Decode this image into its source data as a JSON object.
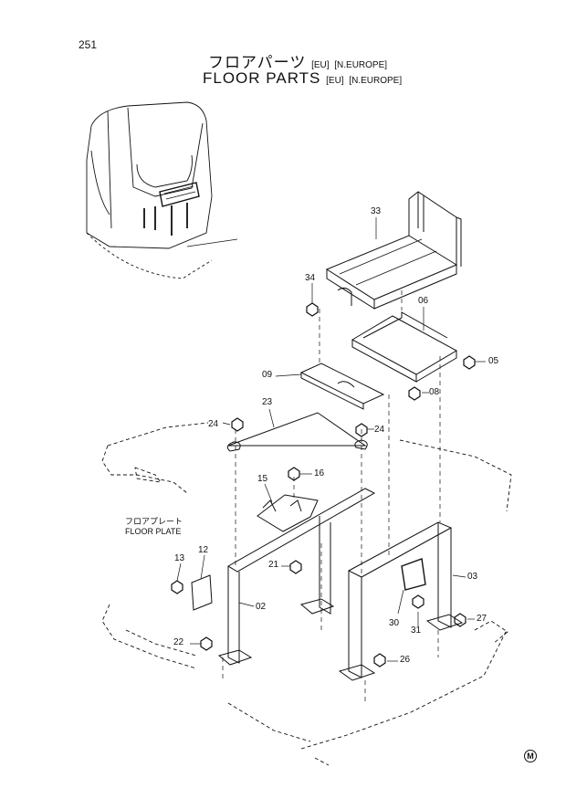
{
  "page_number": "251",
  "title": {
    "jp": "フロアパーツ",
    "en": "FLOOR PARTS",
    "tag_eu": "[EU]",
    "tag_region": "[N.EUROPE]"
  },
  "plate_label": {
    "jp": "フロアプレート",
    "en": "FLOOR PLATE"
  },
  "callouts": [
    "33",
    "34",
    "06",
    "05",
    "09",
    "08",
    "23",
    "24",
    "24",
    "15",
    "16",
    "12",
    "13",
    "21",
    "02",
    "03",
    "22",
    "30",
    "31",
    "27",
    "26"
  ],
  "mark": "M",
  "colors": {
    "line": "#111111",
    "background": "#ffffff"
  }
}
